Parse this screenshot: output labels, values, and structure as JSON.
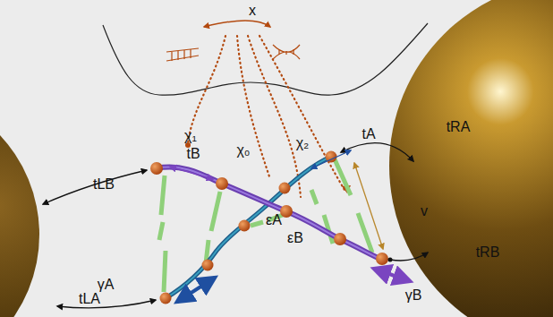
{
  "diagram": {
    "labels": [
      "x",
      "χ₁",
      "tB",
      "χ₀",
      "χ₂",
      "tA",
      "tRA",
      "tLB",
      "εA",
      "εB",
      "v",
      "γA",
      "γB",
      "tLA",
      "tRB"
    ]
  }
}
